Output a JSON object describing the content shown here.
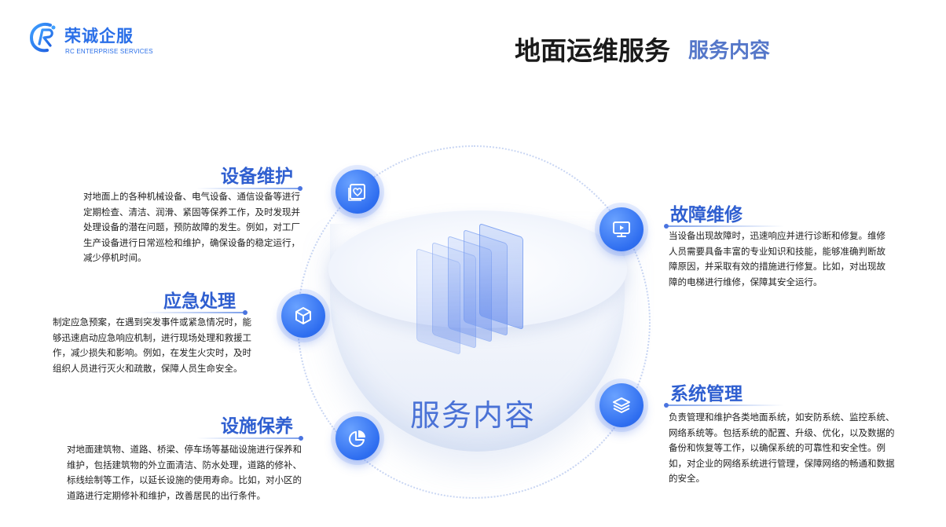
{
  "header": {
    "brand_name": "荣诚企服",
    "brand_sub": "RC ENTERPRISE SERVICES",
    "title": "地面运维服务",
    "subtitle": "服务内容"
  },
  "center": {
    "label": "服务内容"
  },
  "sections": {
    "equipment": {
      "title": "设备维护",
      "icon": "heart-card-icon",
      "desc": "对地面上的各种机械设备、电气设备、通信设备等进行定期检查、清洁、润滑、紧固等保养工作，及时发现并处理设备的潜在问题，预防故障的发生。例如，对工厂生产设备进行日常巡检和维护，确保设备的稳定运行，减少停机时间。"
    },
    "emergency": {
      "title": "应急处理",
      "icon": "cube-icon",
      "desc": "制定应急预案，在遇到突发事件或紧急情况时，能够迅速启动应急响应机制，进行现场处理和救援工作，减少损失和影响。例如，在发生火灾时，及时组织人员进行灭火和疏散，保障人员生命安全。"
    },
    "facility": {
      "title": "设施保养",
      "icon": "pie-chart-icon",
      "desc": "对地面建筑物、道路、桥梁、停车场等基础设施进行保养和维护，包括建筑物的外立面清洁、防水处理，道路的修补、标线绘制等工作，以延长设施的使用寿命。比如，对小区的道路进行定期修补和维护，改善居民的出行条件。"
    },
    "repair": {
      "title": "故障维修",
      "icon": "monitor-play-icon",
      "desc": "当设备出现故障时，迅速响应并进行诊断和修复。维修人员需要具备丰富的专业知识和技能，能够准确判断故障原因，并采取有效的措施进行修复。比如，对出现故障的电梯进行维修，保障其安全运行。"
    },
    "system": {
      "title": "系统管理",
      "icon": "layers-icon",
      "desc": "负责管理和维护各类地面系统，如安防系统、监控系统、网络系统等。包括系统的配置、升级、优化，以及数据的备份和恢复等工作，以确保系统的可靠性和安全性。例如，对企业的网络系统进行管理，保障网络的畅通和数据的安全。"
    }
  },
  "colors": {
    "accent": "#2f6ef0",
    "title_blue": "#2f5fd0",
    "subtitle_blue": "#5577c9"
  }
}
